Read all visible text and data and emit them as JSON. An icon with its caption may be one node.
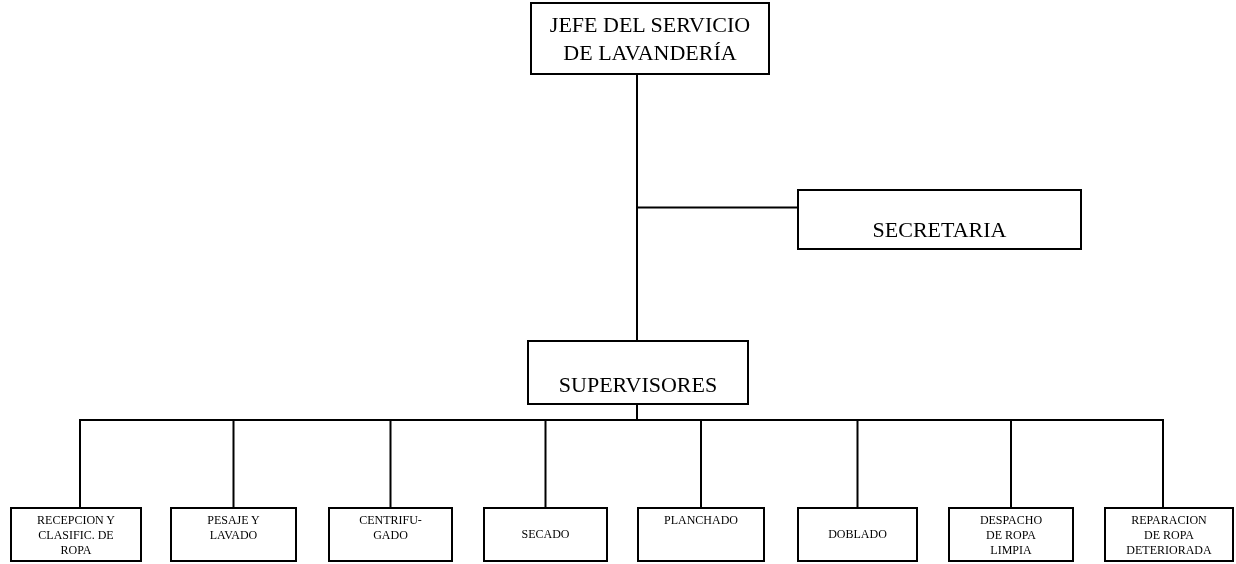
{
  "diagram": {
    "nodes": [
      {
        "text": [
          "JEFE DEL SERVICIO DE LAVANDERÍA"
        ]
      },
      {
        "text": [
          "SECRETARIA"
        ]
      },
      {
        "text": [
          "SUPERVISORES"
        ]
      },
      {
        "text": [
          "RECEPCION Y CLASIFIC. DE ROPA"
        ]
      },
      {
        "text": [
          "PESAJE Y LAVADO"
        ]
      },
      {
        "text": [
          "CENTRIFU- GADO"
        ]
      },
      {
        "text": [
          "SECADO"
        ]
      },
      {
        "text": [
          "PLANCHADO"
        ]
      },
      {
        "text": [
          "DOBLADO"
        ]
      },
      {
        "text": [
          "DESPACHO DE ROPA LIMPIA"
        ]
      },
      {
        "text": [
          "REPARACION DE ROPA DETERIORADA"
        ]
      }
    ],
    "edges": [
      {
        "from": 0,
        "to": 1,
        "arrow": "none"
      },
      {
        "from": 0,
        "to": 2,
        "arrow": "none"
      },
      {
        "from": 2,
        "to": 3,
        "arrow": "none"
      },
      {
        "from": 2,
        "to": 4,
        "arrow": "none"
      },
      {
        "from": 2,
        "to": 5,
        "arrow": "none"
      },
      {
        "from": 2,
        "to": 6,
        "arrow": "none"
      },
      {
        "from": 2,
        "to": 7,
        "arrow": "none"
      },
      {
        "from": 2,
        "to": 8,
        "arrow": "none"
      },
      {
        "from": 2,
        "to": 9,
        "arrow": "none"
      },
      {
        "from": 2,
        "to": 10,
        "arrow": "none"
      }
    ]
  }
}
